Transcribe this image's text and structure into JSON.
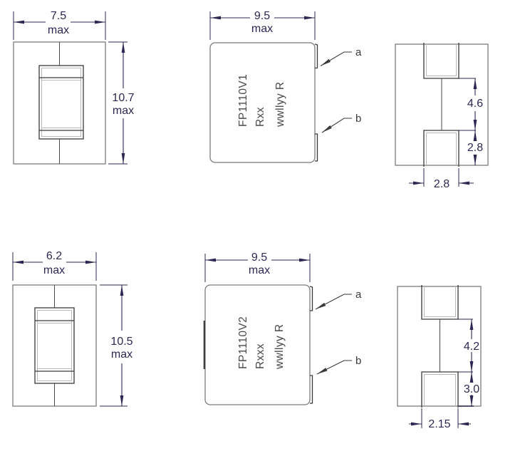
{
  "colors": {
    "dimension": "#2c2852",
    "outline_gray": "#7b7b7b",
    "detail_dark": "#3a3a3a",
    "light_line": "#b8b8b8",
    "marking_text": "#4a4a4a",
    "background": "#ffffff"
  },
  "v1": {
    "front": {
      "width": "7.5",
      "width_qual": "max",
      "height": "10.7",
      "height_qual": "max"
    },
    "side": {
      "width": "9.5",
      "width_qual": "max",
      "marking1": "FP1110V1",
      "marking2": "Rxx",
      "marking3": "wwllyy  R",
      "terminal_a": "a",
      "terminal_b": "b"
    },
    "back": {
      "pad_gap": "4.6",
      "pad_height": "2.8",
      "pad_width": "2.8"
    }
  },
  "v2": {
    "front": {
      "width": "6.2",
      "width_qual": "max",
      "height": "10.5",
      "height_qual": "max"
    },
    "side": {
      "width": "9.5",
      "width_qual": "max",
      "marking1": "FP1110V2",
      "marking2": "Rxxx",
      "marking3": "wwllyy  R",
      "terminal_a": "a",
      "terminal_b": "b"
    },
    "back": {
      "pad_gap": "4.2",
      "pad_height": "3.0",
      "pad_width": "2.15"
    }
  }
}
